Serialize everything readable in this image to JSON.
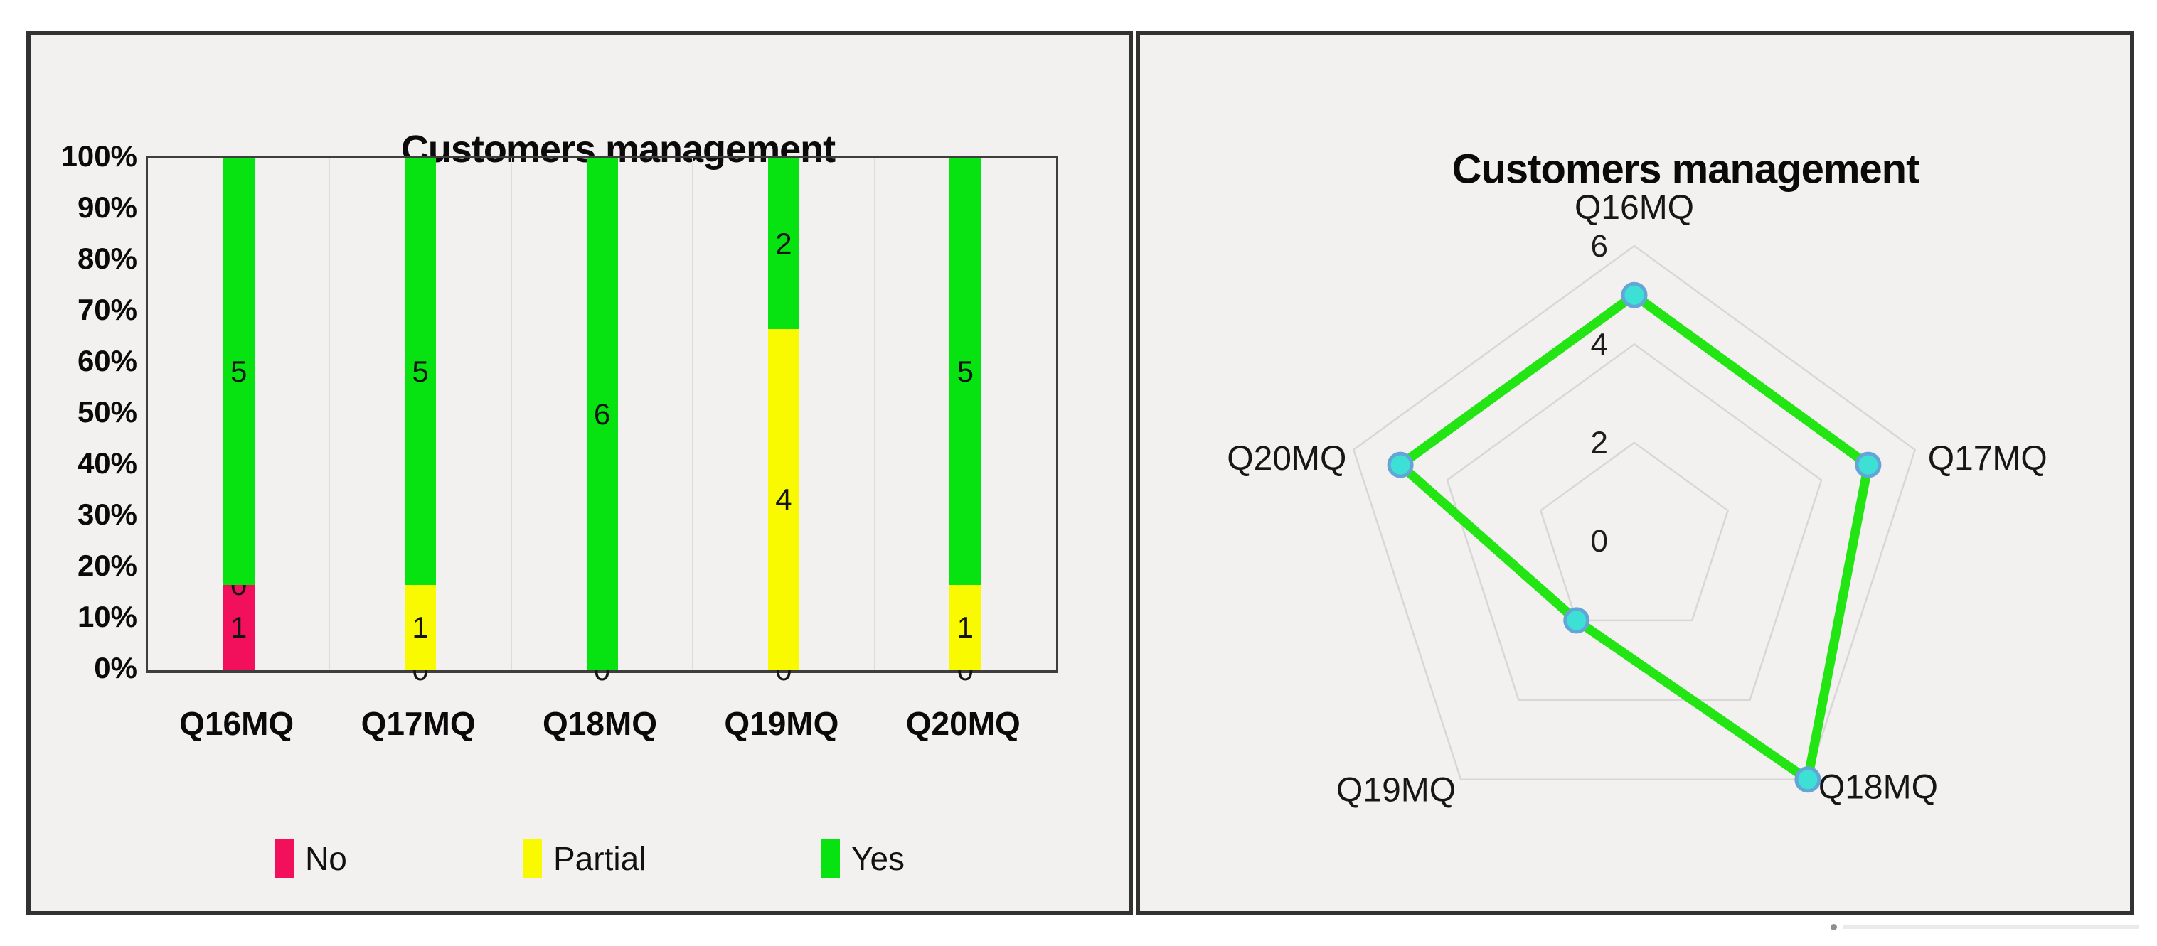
{
  "chart_data": [
    {
      "type": "bar",
      "variant": "stacked-100",
      "title": "Customers management",
      "categories": [
        "Q16MQ",
        "Q17MQ",
        "Q18MQ",
        "Q19MQ",
        "Q20MQ"
      ],
      "series": [
        {
          "name": "No",
          "color": "#f2105c",
          "values": [
            1,
            0,
            0,
            0,
            0
          ]
        },
        {
          "name": "Partial",
          "color": "#f9f900",
          "values": [
            0,
            1,
            0,
            4,
            1
          ]
        },
        {
          "name": "Yes",
          "color": "#06e311",
          "values": [
            5,
            5,
            6,
            2,
            5
          ]
        }
      ],
      "y_axis_ticks": [
        "100%",
        "90%",
        "80%",
        "70%",
        "60%",
        "50%",
        "40%",
        "30%",
        "20%",
        "10%",
        "0%"
      ],
      "ylim": [
        0,
        1
      ],
      "grid": "vertical-category-separators",
      "legend_position": "bottom",
      "legend": [
        "No",
        "Partial",
        "Yes"
      ]
    },
    {
      "type": "radar",
      "title": "Customers management",
      "categories": [
        "Q16MQ",
        "Q17MQ",
        "Q18MQ",
        "Q19MQ",
        "Q20MQ"
      ],
      "values": [
        5,
        5,
        6,
        2,
        5
      ],
      "axis_ticks": [
        0,
        2,
        4,
        6
      ],
      "max": 6,
      "line_color": "#22e513",
      "marker_fill": "#3ce0d4",
      "marker_stroke": "#64a5d8",
      "grid_color": "#d7d7d7",
      "grid": "pentagon-rings"
    }
  ]
}
